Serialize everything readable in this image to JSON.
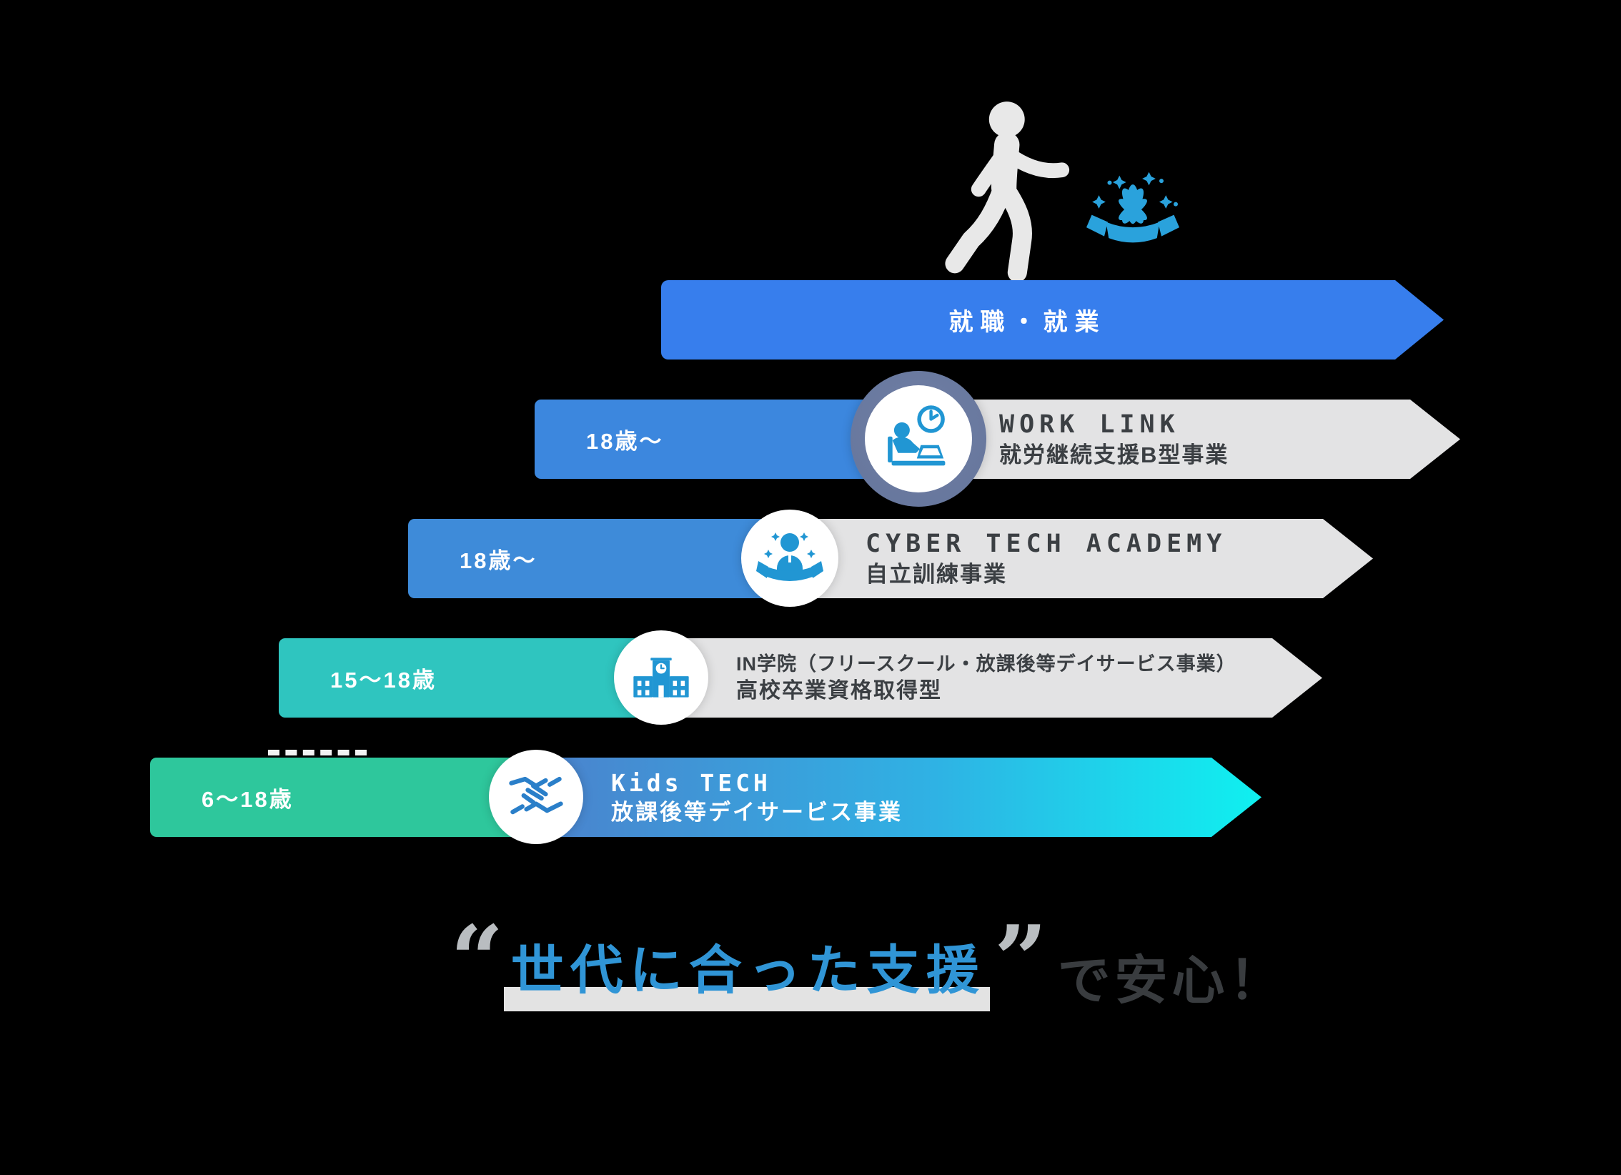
{
  "top": {
    "employment_label": "就職・就業",
    "person_icon": "walking-person-icon",
    "crown_icon": "crown-sparkles-icon"
  },
  "steps": [
    {
      "age": "18歳〜",
      "title": "WORK LINK",
      "subtitle": "就労継続支援B型事業",
      "icon": "desk-worker-clock-icon"
    },
    {
      "age": "18歳〜",
      "title": "CYBER TECH ACADEMY",
      "subtitle": "自立訓練事業",
      "icon": "person-ribbon-stars-icon"
    },
    {
      "age": "15〜18歳",
      "title": "IN学院（フリースクール・放課後等デイサービス事業）",
      "subtitle": "高校卒業資格取得型",
      "icon": "school-building-icon"
    },
    {
      "age": "6〜18歳",
      "title": "Kids TECH",
      "subtitle": "放課後等デイサービス事業",
      "icon": "handshake-icon"
    }
  ],
  "tagline": {
    "open_quote": "“",
    "highlight_text": "世代に合った支援",
    "close_quote": "”",
    "suffix_text": "で安心！"
  },
  "colors": {
    "bar_top_blue": "#377eed",
    "bar_blue_2": "#3c87de",
    "bar_blue_3": "#3e8bd9",
    "bar_teal": "#2fc5bf",
    "bar_green": "#2ec79c",
    "gradient_start": "#4b82cd",
    "gradient_end": "#0ff0f0",
    "gray_arrow": "#e3e3e4",
    "dark_text": "#3b3f43",
    "icon_blue": "#2196d3",
    "ring_slate": "#65759b",
    "tagline_blue": "#3095d6",
    "tagline_dark": "#393c3f",
    "quote_gray": "#b9bdc0",
    "person_gray": "#e8e8e8"
  }
}
